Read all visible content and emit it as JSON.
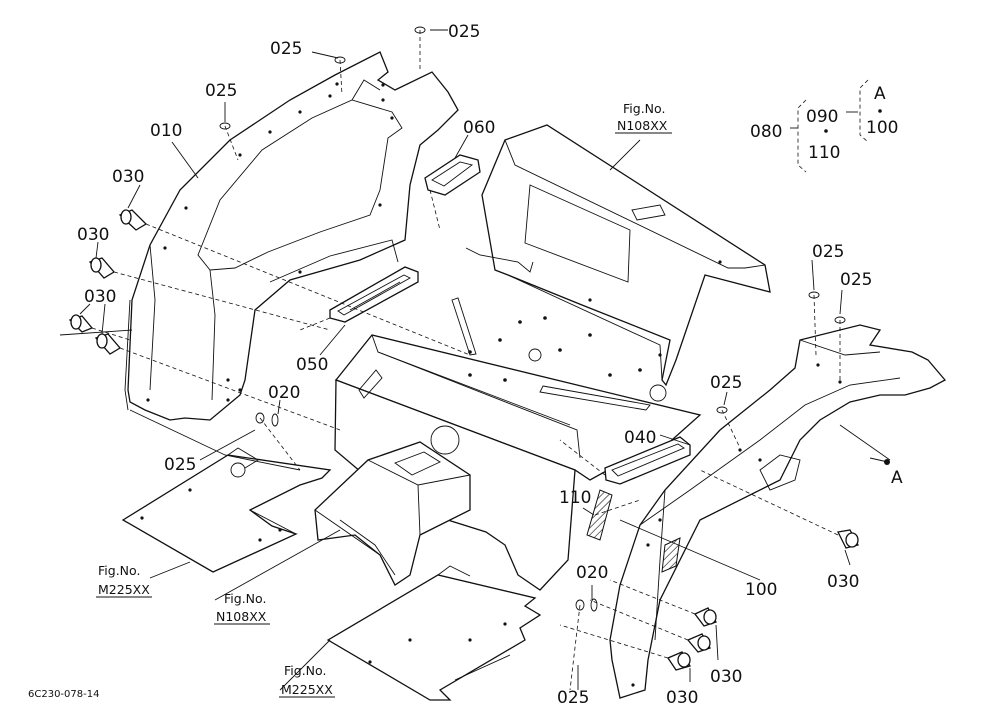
{
  "labels": {
    "p010": "010",
    "p020": "020",
    "p025": "025",
    "p030": "030",
    "p040": "040",
    "p050": "050",
    "p060": "060",
    "p080": "080",
    "p090": "090",
    "p100": "100",
    "p110": "110",
    "ref_a": "A"
  },
  "figrefs": {
    "fig_no": "Fig.No.",
    "n108": "N108XX",
    "m225": "M225XX"
  },
  "drawing_id": "6C230-078-14"
}
